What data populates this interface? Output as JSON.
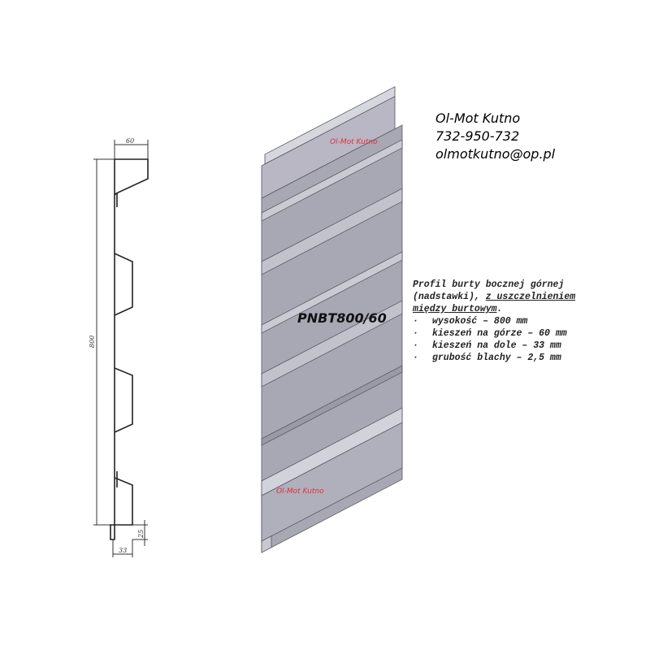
{
  "contact": {
    "company": "Ol-Mot Kutno",
    "phone": "732-950-732",
    "email": "olmotkutno@op.pl"
  },
  "product": {
    "code": "PNBT800/60",
    "watermark": "Ol-Mot Kutno"
  },
  "spec": {
    "line1": "Profil burty bocznej górnej",
    "line2_plain": "(nadstawki), ",
    "line2_underlined": "z uszczelnieniem",
    "line3_underlined": "między burtowym",
    "line3_end": ".",
    "bullets": [
      "wysokość – 800 mm",
      "kieszeń na górze – 60 mm",
      "kieszeń na dole – 33 mm",
      "grubość blachy – 2,5 mm"
    ]
  },
  "drawing": {
    "dim_top": "60",
    "dim_height": "800",
    "dim_bottom_height": "25",
    "dim_bottom_width": "33"
  },
  "colors": {
    "watermark": "#e0303a",
    "panel": "#a8a7b4"
  }
}
